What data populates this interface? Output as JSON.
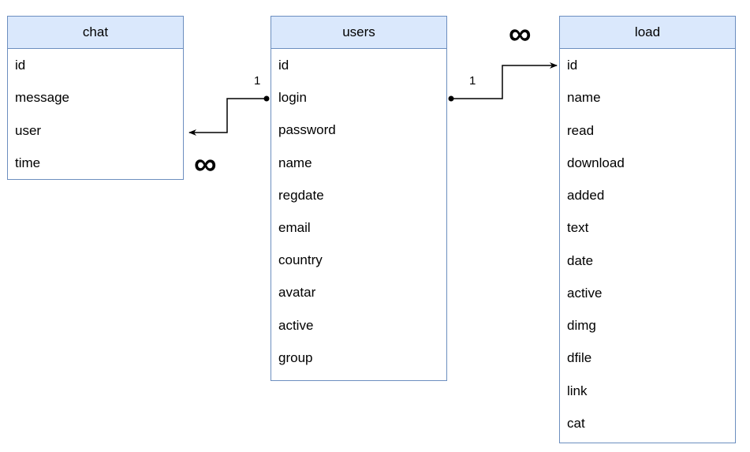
{
  "entities": {
    "chat": {
      "title": "chat",
      "fields": [
        "id",
        "message",
        "user",
        "time"
      ]
    },
    "users": {
      "title": "users",
      "fields": [
        "id",
        "login",
        "password",
        "name",
        "regdate",
        "email",
        "country",
        "avatar",
        "active",
        "group"
      ]
    },
    "load": {
      "title": "load",
      "fields": [
        "id",
        "name",
        "read",
        "download",
        "added",
        "text",
        "date",
        "active",
        "dimg",
        "dfile",
        "link",
        "cat"
      ]
    }
  },
  "relations": [
    {
      "from": "users.login",
      "to": "chat.user",
      "from_cardinality": "1",
      "to_cardinality": "∞"
    },
    {
      "from": "users.login",
      "to": "load.id",
      "from_cardinality": "1",
      "to_cardinality": "∞"
    }
  ],
  "colors": {
    "header_fill": "#dae8fc",
    "border": "#6c8ebf",
    "connector": "#000000"
  }
}
